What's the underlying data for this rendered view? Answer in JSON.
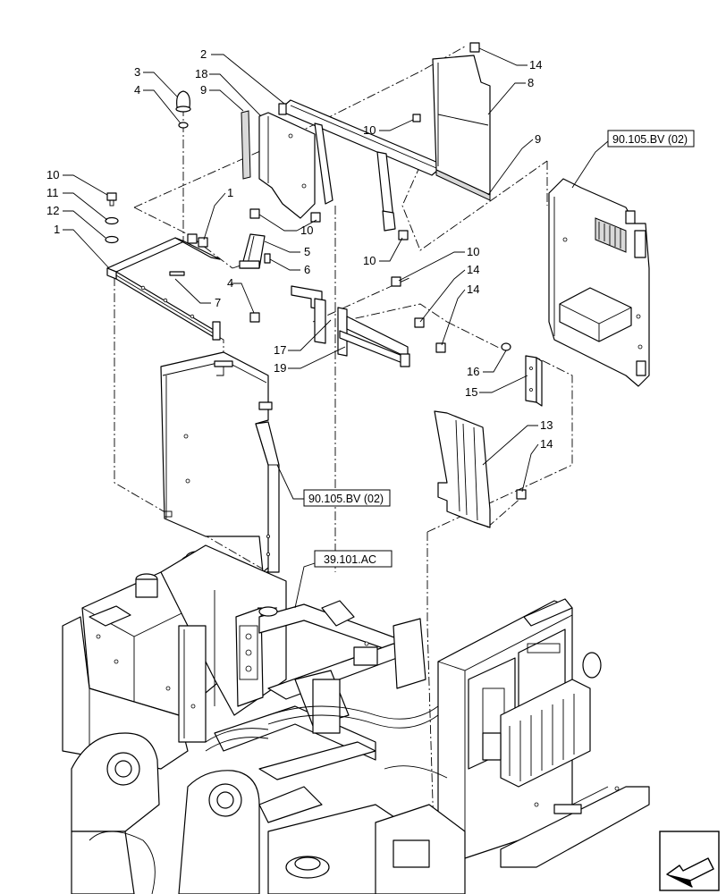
{
  "callouts": {
    "c2": "2",
    "c18": "18",
    "c9a": "9",
    "c3": "3",
    "c4a": "4",
    "c10a": "10",
    "c11": "11",
    "c12": "12",
    "c1a": "1",
    "c1b": "1",
    "c10b": "10",
    "c5": "5",
    "c6": "6",
    "c7": "7",
    "c4b": "4",
    "c14a": "14",
    "c8": "8",
    "c10c": "10",
    "c9b": "9",
    "c10d": "10",
    "c10e": "10",
    "c14b": "14",
    "c14c": "14",
    "c17": "17",
    "c19": "19",
    "c16": "16",
    "c15": "15",
    "c13": "13",
    "c14d": "14"
  },
  "refs": {
    "ref_top_right": "90.105.BV (02)",
    "ref_middle": "90.105.BV (02)",
    "ref_frame": "39.101.AC"
  },
  "icons": {
    "nav": "navigation-arrow-icon"
  }
}
